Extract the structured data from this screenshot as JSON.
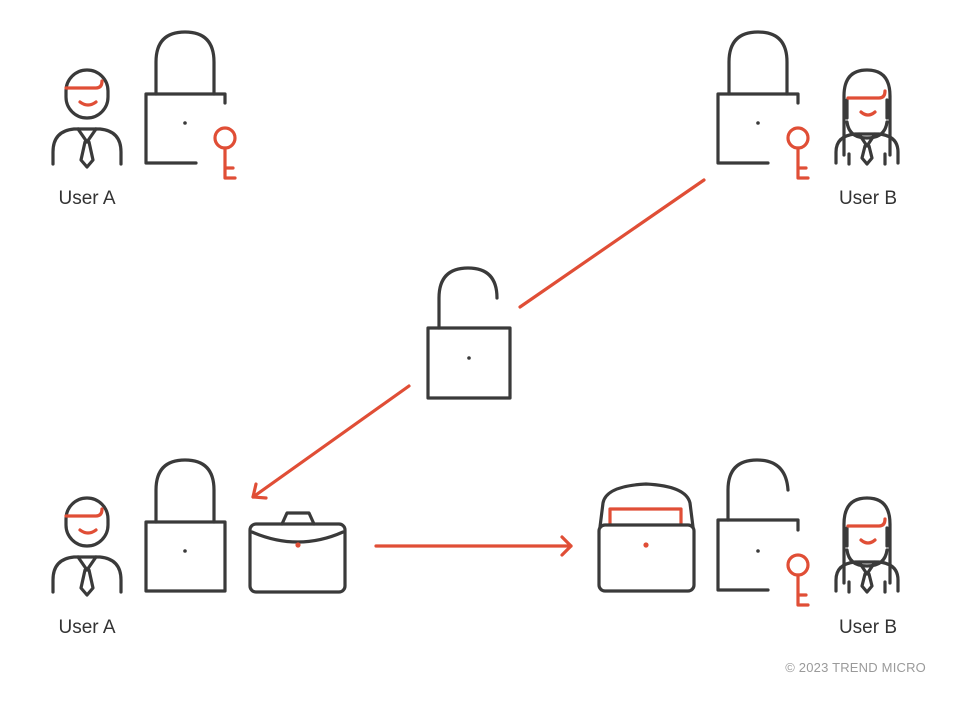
{
  "colors": {
    "stroke": "#3a3a3a",
    "accent": "#e04e36",
    "caption": "#9a9a9a"
  },
  "top": {
    "left_user": "User A",
    "right_user": "User B"
  },
  "bottom": {
    "left_user": "User A",
    "right_user": "User B"
  },
  "copyright": "© 2023 TREND MICRO",
  "icons": [
    "man-icon",
    "woman-icon",
    "padlock-closed-icon",
    "padlock-open-icon",
    "key-icon",
    "briefcase-icon",
    "open-briefcase-document-icon",
    "arrow-icon"
  ]
}
